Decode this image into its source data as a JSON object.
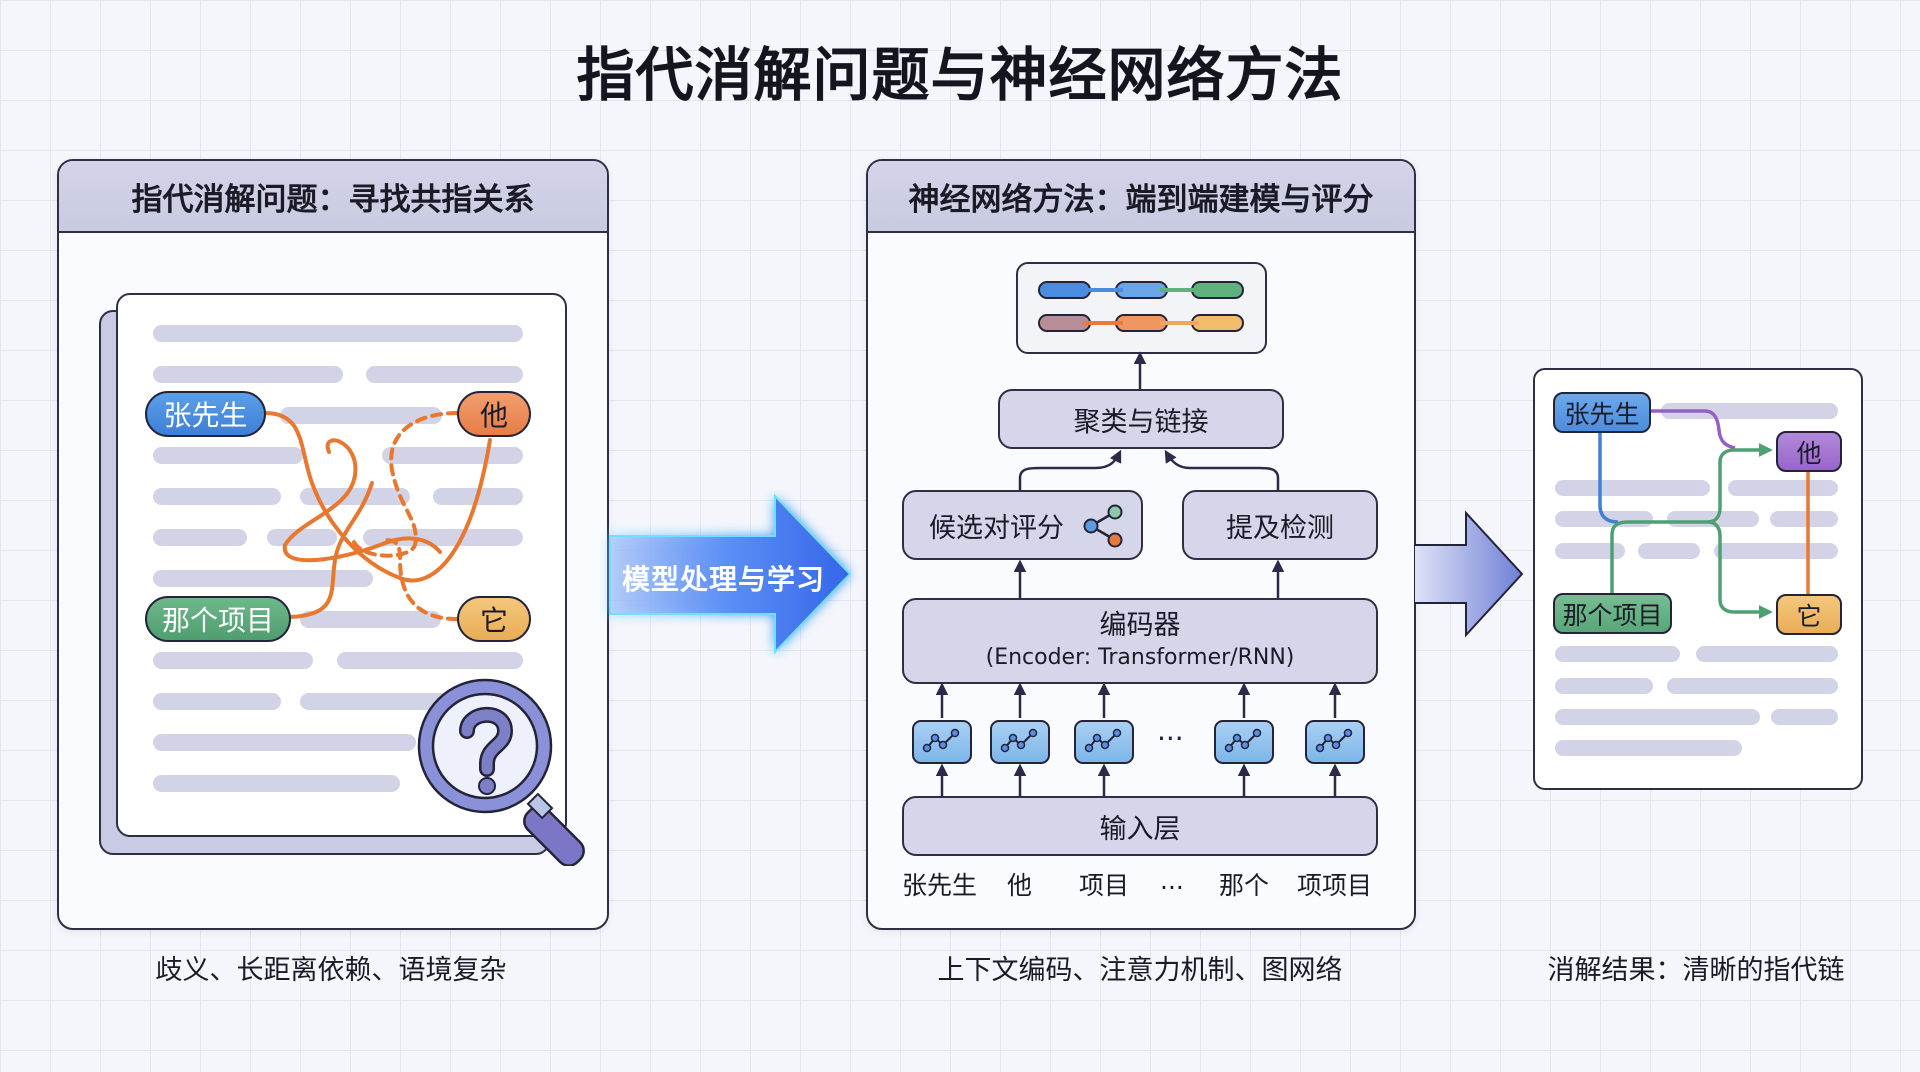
{
  "title": "指代消解问题与神经网络方法",
  "left_panel": {
    "header": "指代消解问题：寻找共指关系",
    "mentions": [
      {
        "text": "张先生",
        "color": "#4a8de0",
        "icon": "none"
      },
      {
        "text": "他",
        "color": "#ec8a55"
      },
      {
        "text": "那个项目",
        "color": "#5aa878"
      },
      {
        "text": "它",
        "color": "#eeb968"
      }
    ],
    "magnifier_icon": "question-magnifier-icon",
    "caption": "歧义、长距离依赖、语境复杂"
  },
  "big_arrow": {
    "label": "模型处理与学习",
    "color": "#3f7bf0"
  },
  "middle_panel": {
    "header": "神经网络方法：端到端建模与评分",
    "result_chains_icon": "linked-chains-icon",
    "cluster_box": "聚类与链接",
    "pair_scoring_box": "候选对评分",
    "pair_scoring_icon": "share-graph-icon",
    "mention_detection_box": "提及检测",
    "encoder_title": "编码器",
    "encoder_subtitle": "(Encoder: Transformer/RNN)",
    "token_icon": "embedding-wave-icon",
    "ellipsis": "···",
    "input_layer": "输入层",
    "tokens": [
      "张先生",
      "他",
      "项目",
      "...",
      "那个",
      "项项目"
    ],
    "caption": "上下文编码、注意力机制、图网络"
  },
  "right_panel": {
    "tags": [
      {
        "text": "张先生",
        "color": "#5b9be3"
      },
      {
        "text": "他",
        "color": "#a173d0"
      },
      {
        "text": "那个项目",
        "color": "#64b084"
      },
      {
        "text": "它",
        "color": "#eeb968"
      }
    ],
    "link_colors": {
      "blue": "#3f7fd6",
      "purple": "#9460c6",
      "green": "#4f9f72",
      "orange": "#e7793a"
    },
    "caption": "消解结果：清晰的指代链"
  }
}
